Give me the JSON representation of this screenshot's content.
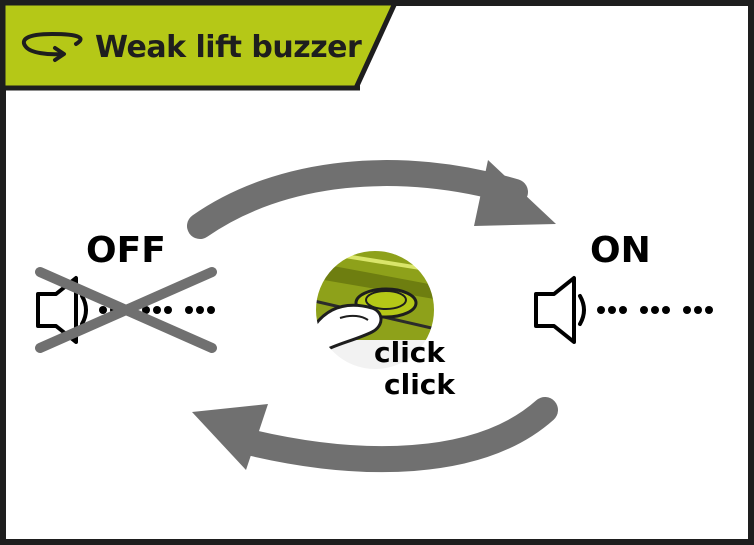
{
  "header": {
    "title": "Weak lift buzzer",
    "icon": "rotate-arrow-icon",
    "accent_color": "#b5c817"
  },
  "states": {
    "off_label": "OFF",
    "on_label": "ON"
  },
  "button_press": {
    "line1": "click",
    "line2": "click"
  },
  "colors": {
    "arrow": "#707070",
    "border": "#1e1e1e",
    "buzzer_green": "#b5c817"
  }
}
